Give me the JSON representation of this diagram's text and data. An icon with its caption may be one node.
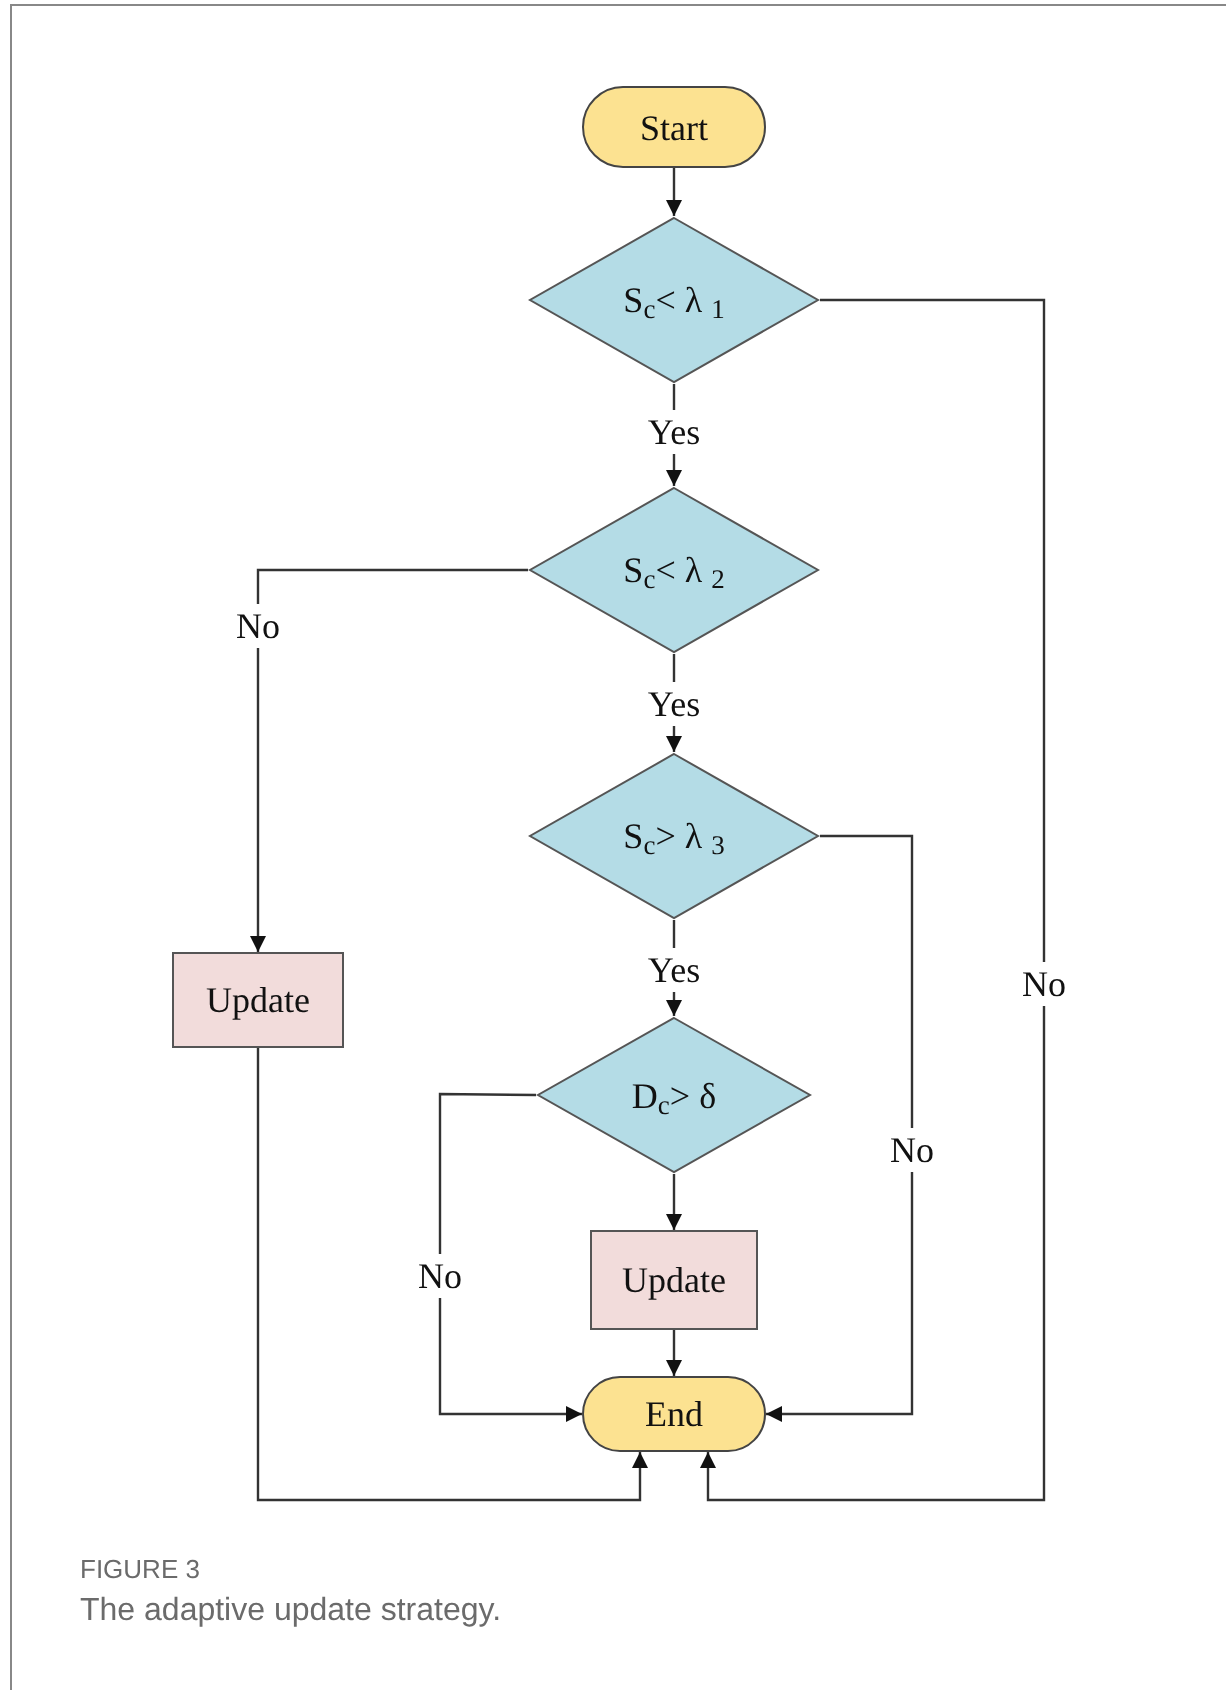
{
  "diagram": {
    "caption": "The adaptive update strategy.",
    "nodes": [
      {
        "text": [
          "Start"
        ]
      },
      {
        "text": [
          "S$_{c}$< λ $_{1}$"
        ]
      },
      {
        "text": [
          "S$_{c}$< λ $_{2}$"
        ]
      },
      {
        "text": [
          "S$_{c}$> λ $_{3}$"
        ]
      },
      {
        "text": [
          "Update"
        ]
      },
      {
        "text": [
          "D$_{c}$> δ"
        ]
      },
      {
        "text": [
          "Update"
        ]
      },
      {
        "text": [
          "End"
        ]
      }
    ],
    "edges": [
      {
        "from": 0,
        "to": 1,
        "arrow": "to"
      },
      {
        "from": 1,
        "to": 2,
        "arrow": "to",
        "label": "Yes"
      },
      {
        "from": 1,
        "to": 7,
        "arrow": "to",
        "label": "No"
      },
      {
        "from": 2,
        "to": 4,
        "arrow": "to",
        "label": "No"
      },
      {
        "from": 2,
        "to": 3,
        "arrow": "to",
        "label": "Yes"
      },
      {
        "from": 3,
        "to": 7,
        "arrow": "to",
        "label": "No"
      },
      {
        "from": 3,
        "to": 5,
        "arrow": "to",
        "label": "Yes"
      },
      {
        "from": 5,
        "to": 7,
        "arrow": "to",
        "label": "No"
      },
      {
        "from": 5,
        "to": 6,
        "arrow": "to"
      },
      {
        "from": 6,
        "to": 7,
        "arrow": "to"
      },
      {
        "from": 4,
        "to": 7,
        "arrow": "to"
      }
    ],
    "labels": [
      "FIGURE 3"
    ]
  }
}
